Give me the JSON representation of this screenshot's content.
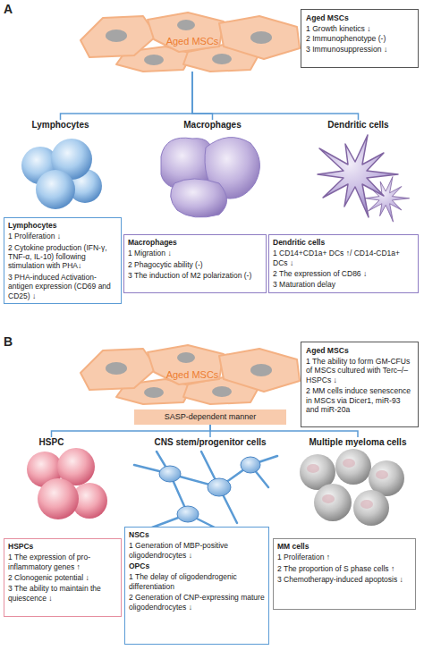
{
  "diagram": {
    "nodes": [
      {
        "text": [
          "Aged MSCs"
        ]
      },
      {
        "text": [
          "Aged MSCs",
          "1 Growth kinetics ↓",
          "2 Immunophenotype (-)",
          "3 Immunosuppression ↓"
        ]
      },
      {
        "text": [
          "Lymphocytes"
        ]
      },
      {
        "text": [
          "Macrophages"
        ]
      },
      {
        "text": [
          "Dendritic cells"
        ]
      },
      {
        "text": [
          "Lymphocytes",
          "1 Proliferation ↓",
          "2 Cytokine production (IFN-γ, TNF-α, IL-10) following stimulation with PHA↓",
          "3 PHA-induced Activation-antigen expression (CD69 and CD25) ↓"
        ]
      },
      {
        "text": [
          "Macrophages",
          "1 Migration ↓",
          "2 Phagocytic ability (-)",
          "3 The induction of M2 polarization (-)"
        ]
      },
      {
        "text": [
          "Dendritic cells",
          "1 CD14+CD1a+ DCs ↑/ CD14-CD1a+ DCs ↓",
          "2 The expression of CD86 ↓",
          "3 Maturation delay"
        ]
      },
      {
        "text": [
          "Aged MSCs"
        ]
      },
      {
        "text": [
          "SASP-dependent manner"
        ]
      },
      {
        "text": [
          "Aged MSCs",
          "1 The ability to form GM-CFUs of MSCs cultured with Terc–/– HSPCs ↓",
          "2 MM cells induce senescence in MSCs via Dicer1, miR-93 and miR-20a"
        ]
      },
      {
        "text": [
          "HSPC"
        ]
      },
      {
        "text": [
          "CNS stem/progenitor cells"
        ]
      },
      {
        "text": [
          "Multiple myeloma cells"
        ]
      },
      {
        "text": [
          "HSPCs",
          "1 The expression of pro-inflammatory genes ↑",
          "2 Clonogenic potential ↓",
          "3 The ability to maintain the quiescence ↓"
        ]
      },
      {
        "text": [
          "NSCs",
          "1 Generation of MBP-positive oligodendrocytes ↓",
          "OPCs",
          "1 The delay of oligodendrogenic differentiation",
          "2 Generation of CNP-expressing mature oligodendrocytes ↓"
        ]
      },
      {
        "text": [
          "MM cells",
          "1 Proliferation ↑",
          "2 The proportion of S phase cells ↑",
          "3 Chemotherapy-induced apoptosis ↓"
        ]
      }
    ],
    "edges": [
      {
        "from": 0,
        "to": 2,
        "arrow": "none"
      },
      {
        "from": 0,
        "to": 3,
        "arrow": "none"
      },
      {
        "from": 0,
        "to": 4,
        "arrow": "none"
      },
      {
        "from": 9,
        "to": 11,
        "arrow": "none"
      },
      {
        "from": 9,
        "to": 12,
        "arrow": "none"
      },
      {
        "from": 9,
        "to": 13,
        "arrow": "none"
      }
    ],
    "labels": [
      "A",
      "B"
    ]
  }
}
